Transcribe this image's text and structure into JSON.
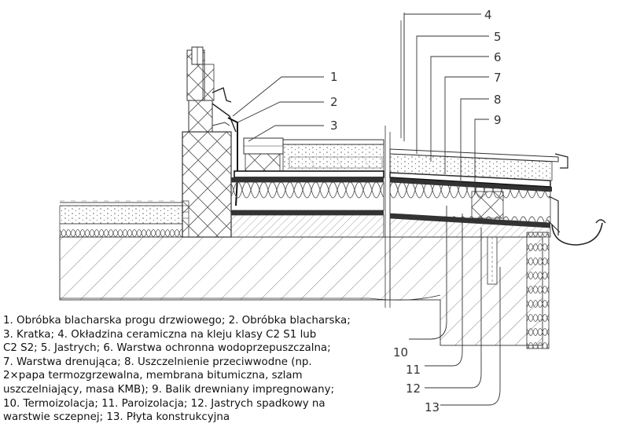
{
  "callouts": {
    "n1": "1",
    "n2": "2",
    "n3": "3",
    "n4": "4",
    "n5": "5",
    "n6": "6",
    "n7": "7",
    "n8": "8",
    "n9": "9",
    "n10": "10",
    "n11": "11",
    "n12": "12",
    "n13": "13"
  },
  "legend": {
    "lines": [
      "1. Obróbka blacharska progu drzwiowego; 2. Obróbka blacharska;",
      "3. Kratka; 4. Okładzina ceramiczna na kleju klasy C2 S1 lub",
      "C2 S2; 5. Jastrych; 6. Warstwa ochronna wodoprzepuszczalna;",
      "7. Warstwa drenująca; 8. Uszczelnienie przeciwwodne (np.",
      "2×papa termozgrzewalna, membrana bitumiczna, szlam",
      "uszczelniający, masa KMB); 9. Balik drewniany impregnowany;",
      "10. Termoizolacja; 11. Paroizolacja; 12. Jastrych spadkowy na",
      "warstwie sczepnej; 13. Płyta konstrukcyjna"
    ]
  }
}
